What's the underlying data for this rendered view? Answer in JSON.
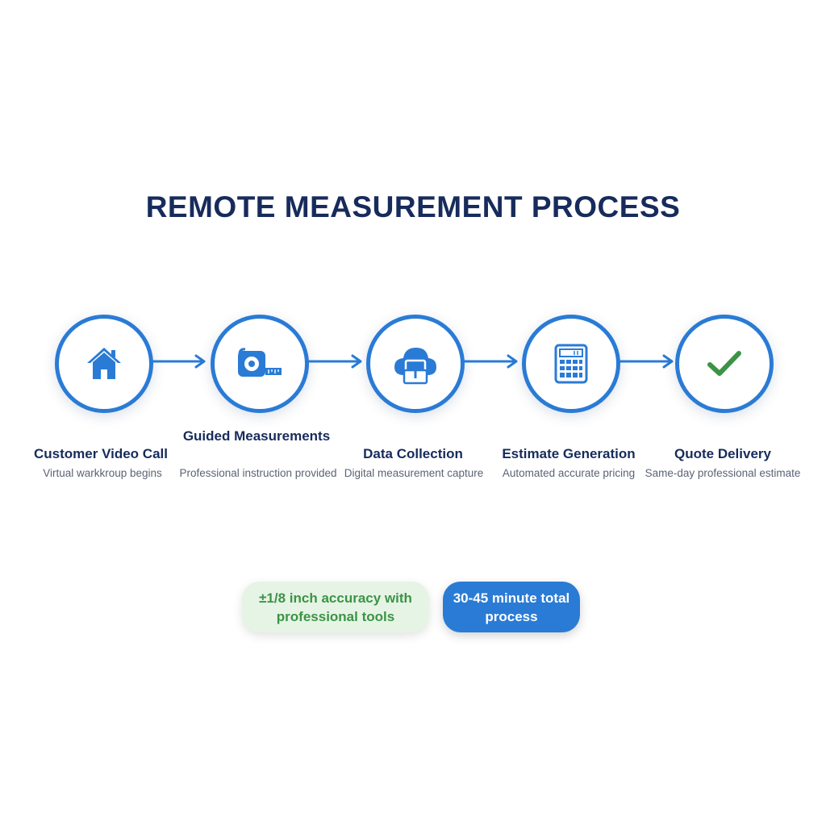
{
  "title": "REMOTE MEASUREMENT PROCESS",
  "steps": [
    {
      "title": "Customer Video Call",
      "desc": "Virtual warkkroup begins",
      "icon": "house-icon"
    },
    {
      "title": "Guided Measurements",
      "desc": "Professional instruction provided",
      "icon": "tape-measure-icon"
    },
    {
      "title": "Data Collection",
      "desc": "Digital measurement capture",
      "icon": "cloud-upload-icon"
    },
    {
      "title": "Estimate Generation",
      "desc": "Automated accurate pricing",
      "icon": "calculator-icon"
    },
    {
      "title": "Quote Delivery",
      "desc": "Same-day professional estimate",
      "icon": "checkmark-icon"
    }
  ],
  "badges": {
    "accuracy": "±1/8 inch accuracy with professional tools",
    "duration": "30-45 minute total process"
  },
  "colors": {
    "accent": "#2a7bd5",
    "title": "#172b5c",
    "success": "#3b9444",
    "success_bg": "#e6f4e6"
  }
}
